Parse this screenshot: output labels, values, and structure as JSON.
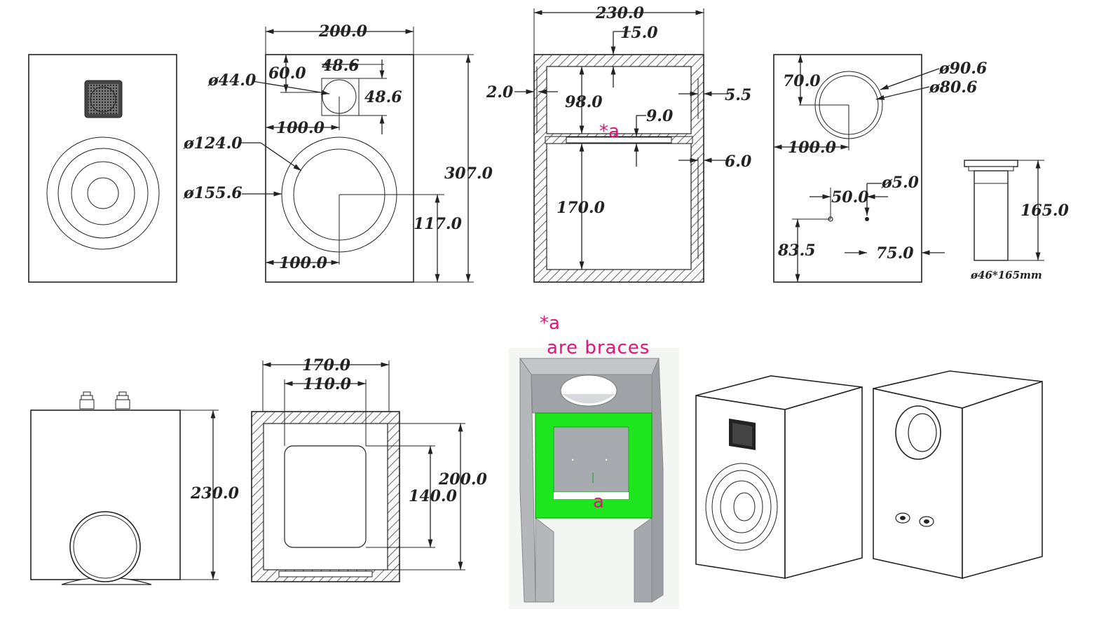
{
  "front_panel": {
    "width": "200.0",
    "tweeter_box_w": "48.6",
    "tweeter_box_h": "48.6",
    "tweeter_top": "60.0",
    "tweeter_hole": "ø44.0",
    "tweeter_offset": "100.0",
    "woofer_hole": "ø124.0",
    "woofer_outer": "ø155.6",
    "woofer_offset": "100.0",
    "woofer_height": "117.0",
    "height": "307.0"
  },
  "side_section": {
    "depth": "230.0",
    "top_wall": "15.0",
    "left_gap": "2.0",
    "upper_chamber": "98.0",
    "brace": "9.0",
    "lower_chamber": "170.0",
    "right_top": "5.5",
    "right_bottom": "6.0",
    "brace_marker": "*a"
  },
  "back_panel": {
    "port_outer": "ø90.6",
    "port_inner": "ø80.6",
    "port_top": "70.0",
    "port_offset": "100.0",
    "terminal_spacing": "50.0",
    "terminal_hole": "ø5.0",
    "terminal_height": "83.5",
    "terminal_side": "75.0"
  },
  "port_tube": {
    "length": "165.0",
    "label": "ø46*165mm"
  },
  "top_view": {
    "depth": "230.0"
  },
  "plan_section": {
    "outer_width": "170.0",
    "inner_opening": "110.0",
    "outer_height": "200.0",
    "inner_height": "140.0"
  },
  "brace_render": {
    "note_marker": "*a",
    "note_text": "are braces",
    "label": "a",
    "brace_color": "#1ee61e",
    "cabinet_color": "#a7abaf"
  },
  "accent_color": "#e0157a"
}
